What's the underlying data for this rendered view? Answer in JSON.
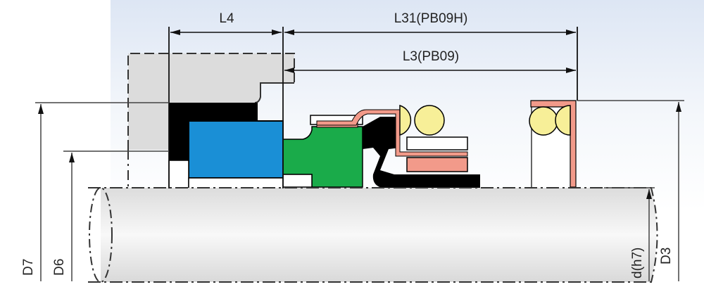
{
  "diagram": {
    "type": "mechanical-seal-cross-section",
    "dimensions": {
      "L4": "L4",
      "L31": "L31(PB09H)",
      "L3": "L3(PB09)",
      "D7": "D7",
      "D6": "D6",
      "d": "d(h7)",
      "D3": "D3"
    },
    "colors": {
      "background_tint": "#dfe8f5",
      "gland": "#dcdcdc",
      "elastomer": "#000000",
      "seat": "#1a8fd6",
      "face": "#1aab4a",
      "metal": "#f29a8a",
      "oring": "#f7ef98",
      "shaft": "#e6e6e6"
    }
  }
}
